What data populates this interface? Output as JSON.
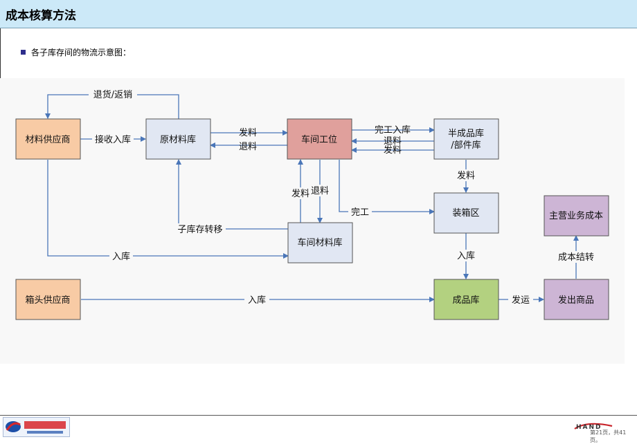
{
  "header": {
    "title": "成本核算方法"
  },
  "content": {
    "bullet": "各子库存间的物流示意图："
  },
  "diagram": {
    "nodes": {
      "supplier": "材料供应商",
      "raw": "原材料库",
      "workshop": "车间工位",
      "semi_line1": "半成品库",
      "semi_line2": "/部件库",
      "packing": "装箱区",
      "main_cost": "主营业务成本",
      "ws_store": "车间材料库",
      "box_supplier": "箱头供应商",
      "finished": "成品库",
      "shipped": "发出商品"
    },
    "edges": {
      "return_goods": "退货/返销",
      "receive_in": "接收入库",
      "issue_1": "发料",
      "return_1": "退料",
      "complete_in": "完工入库",
      "return_2": "退料",
      "issue_2": "发料",
      "issue_3": "发料",
      "issue_4": "发料",
      "return_3": "退料",
      "complete": "完工",
      "transfer": "子库存转移",
      "in_1": "入库",
      "in_2": "入库",
      "in_3": "入库",
      "ship": "发运",
      "cost_transfer": "成本结转"
    },
    "colors": {
      "orange": "#f8cba5",
      "light_blue": "#e1e7f3",
      "red": "#e0a09c",
      "green": "#b3d180",
      "purple": "#cdb5d5",
      "arrow": "#4a76b8"
    }
  },
  "footer": {
    "page": "第21页，共41页。",
    "logo_text": "HAND"
  }
}
